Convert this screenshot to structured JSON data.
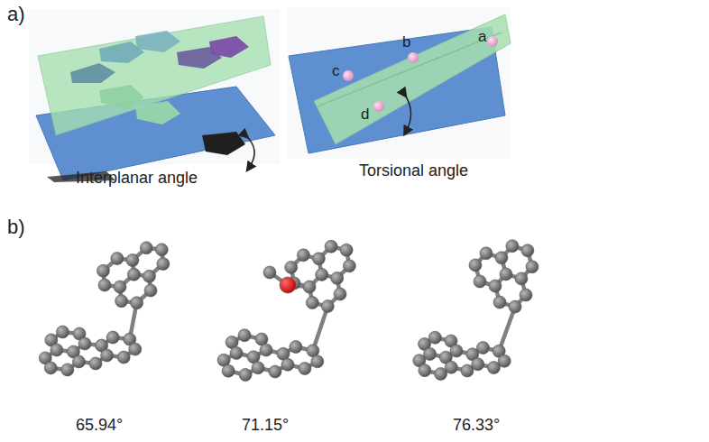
{
  "diagram": {
    "labels": [
      "a)",
      "Interplanar angle",
      "Torsional angle",
      "a",
      "b",
      "c",
      "d",
      "b)",
      "65.94°",
      "71.15°",
      "76.33°"
    ]
  }
}
